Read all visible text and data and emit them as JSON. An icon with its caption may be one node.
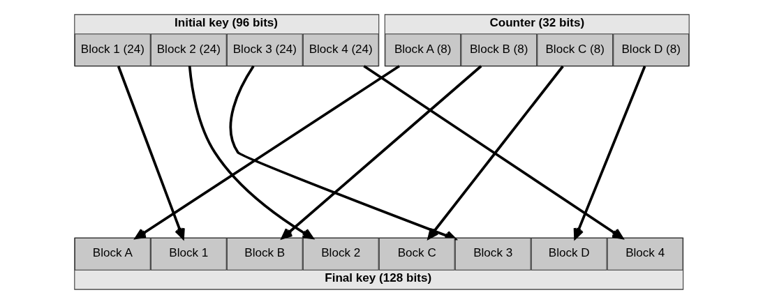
{
  "diagram": {
    "nodes": [
      {
        "text": [
          "Initial key (96 bits)"
        ]
      },
      {
        "text": [
          "Block 1 (24)"
        ],
        "in": 0
      },
      {
        "text": [
          "Block 2 (24)"
        ],
        "in": 0
      },
      {
        "text": [
          "Block 3 (24)"
        ],
        "in": 0
      },
      {
        "text": [
          "Block 4 (24)"
        ],
        "in": 0
      },
      {
        "text": [
          "Counter (32 bits)"
        ]
      },
      {
        "text": [
          "Block A (8)"
        ],
        "in": 5
      },
      {
        "text": [
          "Block B (8)"
        ],
        "in": 5
      },
      {
        "text": [
          "Block C (8)"
        ],
        "in": 5
      },
      {
        "text": [
          "Block D (8)"
        ],
        "in": 5
      },
      {
        "text": [
          "Final key (128 bits)"
        ]
      },
      {
        "text": [
          "Block A"
        ],
        "in": 10
      },
      {
        "text": [
          "Block 1"
        ],
        "in": 10
      },
      {
        "text": [
          "Block B"
        ],
        "in": 10
      },
      {
        "text": [
          "Block 2"
        ],
        "in": 10
      },
      {
        "text": [
          "Bock C"
        ],
        "in": 10
      },
      {
        "text": [
          "Block 3"
        ],
        "in": 10
      },
      {
        "text": [
          "Block D"
        ],
        "in": 10
      },
      {
        "text": [
          "Block 4"
        ],
        "in": 10
      }
    ],
    "edges": [
      {
        "from": 1,
        "to": 12,
        "arrow": "to"
      },
      {
        "from": 2,
        "to": 14,
        "arrow": "to"
      },
      {
        "from": 3,
        "to": 16,
        "arrow": "to"
      },
      {
        "from": 4,
        "to": 18,
        "arrow": "to"
      },
      {
        "from": 6,
        "to": 11,
        "arrow": "to"
      },
      {
        "from": 7,
        "to": 13,
        "arrow": "to"
      },
      {
        "from": 8,
        "to": 15,
        "arrow": "to"
      },
      {
        "from": 9,
        "to": 17,
        "arrow": "to"
      }
    ]
  }
}
